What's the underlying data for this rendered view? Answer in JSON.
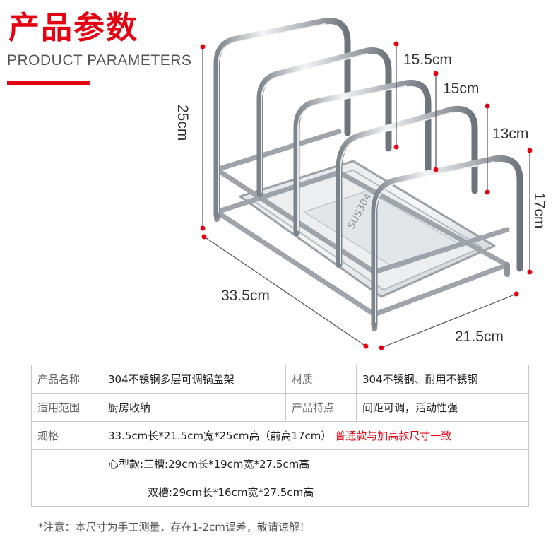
{
  "header": {
    "title_cn": "产品参数",
    "title_en": "PRODUCT PARAMETERS"
  },
  "dimensions": {
    "height_total": "25cm",
    "height_front": "17cm",
    "length": "33.5cm",
    "width": "21.5cm",
    "divider_1": "15.5cm",
    "divider_2": "15cm",
    "divider_3": "13cm"
  },
  "product_image": {
    "tray_marking": "SUS304"
  },
  "specs": {
    "name_label": "产品名称",
    "name_value": "304不锈钢多层可调锅盖架",
    "material_label": "材质",
    "material_value": "304不锈钢、耐用不锈钢",
    "usage_label": "适用范围",
    "usage_value": "厨房收纳",
    "feature_label": "产品特点",
    "feature_value": "间距可调，活动性强",
    "size_label": "规格",
    "size_value": "33.5cm长*21.5cm宽*25cm高（前高17cm）",
    "size_note": "普通款与加高款尺寸一致",
    "heart_value": "心型款:三槽:29cm长*19cm宽*27.5cm高",
    "double_value": "双槽:29cm长*16cm宽*27.5cm高"
  },
  "note": "*注意：本尺寸为手工测量，存在1-2cm误差，敬请谅解！",
  "colors": {
    "accent": "#e50012",
    "border": "#c9c9c9",
    "steel": "#b8bcc2"
  }
}
